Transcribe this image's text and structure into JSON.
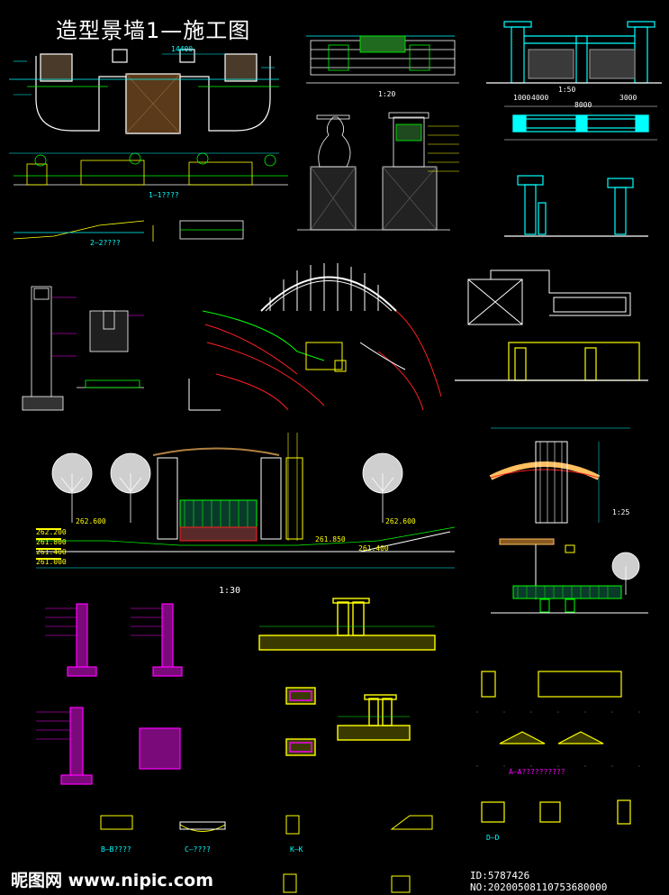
{
  "title": "造型景墙1—施工图",
  "watermark": {
    "site": "昵图网 www.nipic.com",
    "id_text": "ID:5787426 NO:20200508110753680000"
  },
  "labels": {
    "scale_1_30": "1:30",
    "scale_1_50": "1:50",
    "scale_1_20": "1:20",
    "scale_1_25": "1:25",
    "section_1_1": "1—1????",
    "section_2_2": "2—2????",
    "elev_262_600_a": "262.600",
    "elev_262_600_b": "262.600",
    "elev_262_200": "262.200",
    "elev_261_800": "261.800",
    "elev_261_400": "261.400",
    "elev_261_000": "261.000",
    "elev_261_850": "261.850",
    "elev_261_400_b": "261.400",
    "dim_4000": "4000",
    "dim_1000": "1000",
    "dim_3000": "3000",
    "dim_8000": "8000",
    "dim_14400": "14400",
    "sec_a_a": "A—A??????????",
    "sec_b_b": "B—B????",
    "sec_c_c": "C—????",
    "sec_k_k": "K—K",
    "sec_d_d": "D—D"
  },
  "colors": {
    "background": "#000000",
    "cyan": "#00ffff",
    "yellow": "#ffff00",
    "magenta": "#ff00ff",
    "green": "#00ff00",
    "white": "#ffffff",
    "red": "#ff2020",
    "blue": "#3a5bff"
  }
}
